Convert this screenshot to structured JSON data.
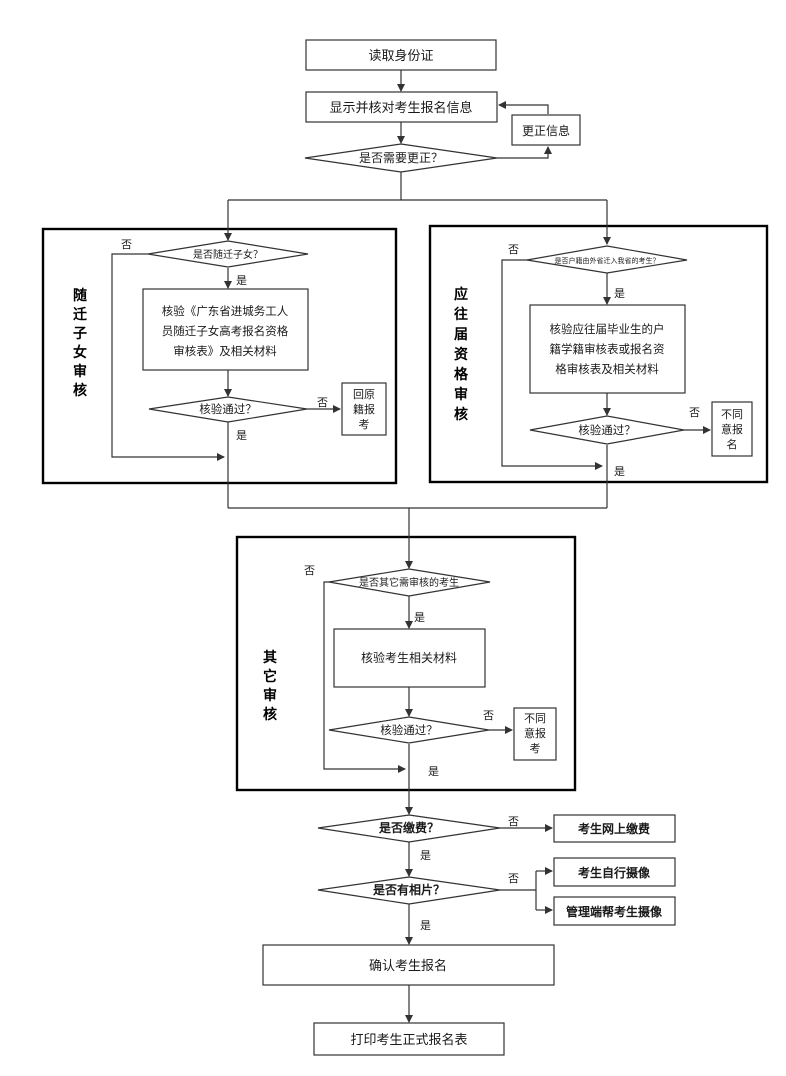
{
  "nodes": {
    "read_id": "读取身份证",
    "show_info": "显示并核对考生报名信息",
    "correct_info": "更正信息",
    "need_correct": "是否需要更正？",
    "is_migrant": "是否随迁子女？",
    "verify_migrant": [
      "核验《广东省进城务工人",
      "员随迁子女高考报名资格",
      "审核表》及相关材料"
    ],
    "pass1": "核验通过？",
    "return_home": [
      "回原",
      "籍报",
      "考"
    ],
    "is_graduate": "是否户籍由外省迁入我省的考生？",
    "verify_graduate": [
      "核验应往届毕业生的户",
      "籍学籍审核表或报名资",
      "格审核表及相关材料"
    ],
    "pass2": "核验通过？",
    "deny2": [
      "不同",
      "意报",
      "名"
    ],
    "is_other": "是否其它需审核的考生",
    "verify_other": "核验考生相关材料",
    "pass3": "核验通过？",
    "deny3": [
      "不同",
      "意报",
      "考"
    ],
    "is_paid": "是否缴费？",
    "pay_online": "考生网上缴费",
    "has_photo": "是否有相片？",
    "self_photo": "考生自行摄像",
    "admin_photo": "管理端帮考生摄像",
    "confirm": "确认考生报名",
    "print": "打印考生正式报名表"
  },
  "sections": {
    "migrant": [
      "随",
      "迁",
      "子",
      "女",
      "审",
      "核"
    ],
    "graduate": [
      "应",
      "往",
      "届",
      "资",
      "格",
      "审",
      "核"
    ],
    "other": [
      "其",
      "它",
      "审",
      "核"
    ]
  },
  "labels": {
    "yes": "是",
    "no": "否"
  }
}
